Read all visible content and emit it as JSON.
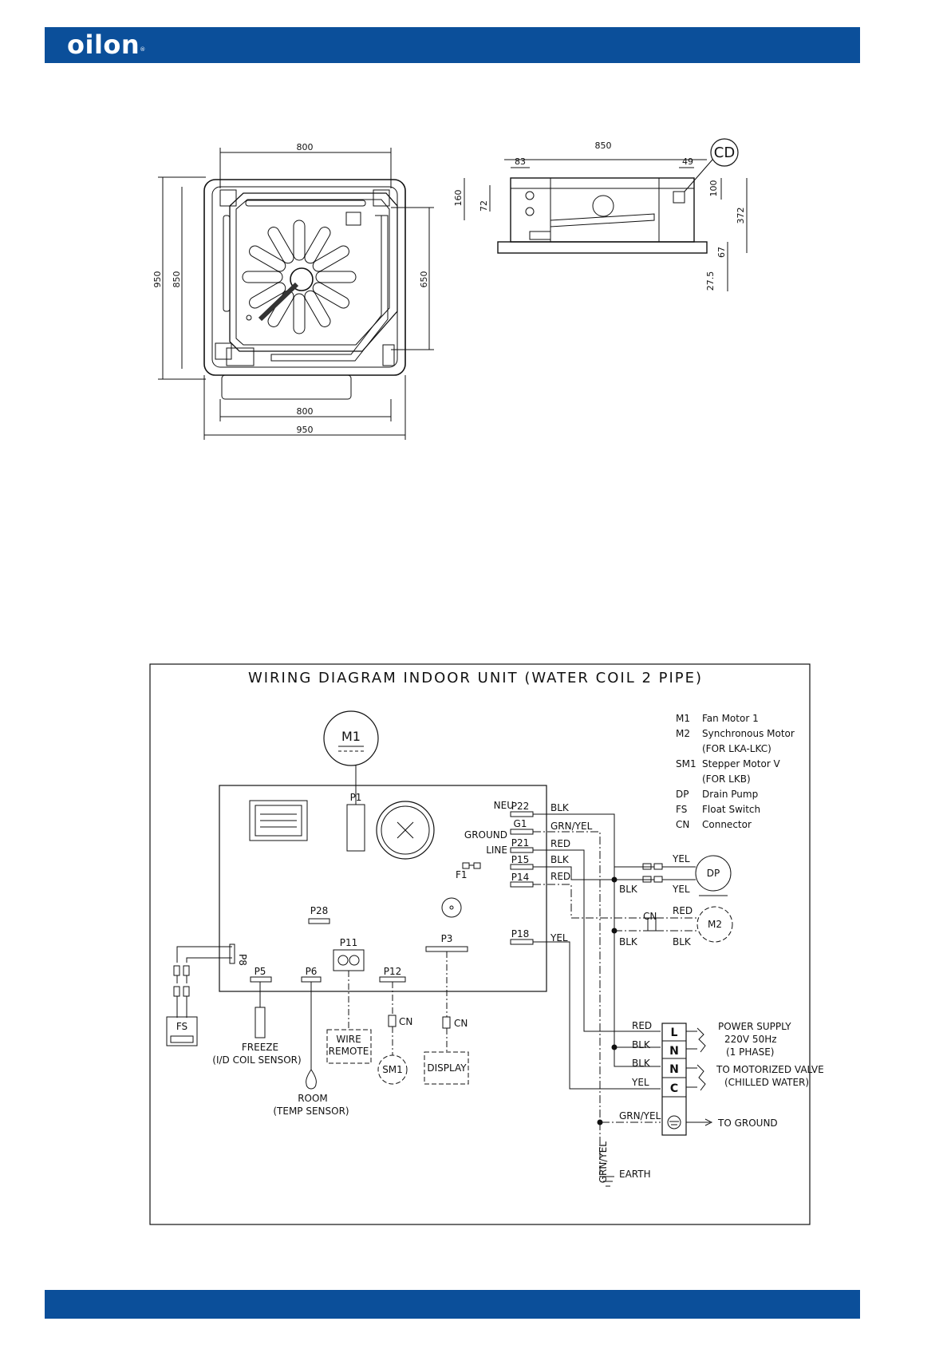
{
  "header": {
    "logo_text": "oilon",
    "logo_mark": "®",
    "bar_color": "#0b4f9a"
  },
  "drawing": {
    "top_view": {
      "dims": [
        "800",
        "950",
        "850",
        "650",
        "800",
        "950"
      ]
    },
    "side_view": {
      "dims": [
        "850",
        "83",
        "49",
        "160",
        "72",
        "100",
        "372",
        "67",
        "27.5"
      ],
      "callout": "CD"
    }
  },
  "wiring": {
    "title": "WIRING DIAGRAM INDOOR UNIT (WATER COIL 2 PIPE)",
    "legend": [
      {
        "code": "M1",
        "desc": "Fan Motor 1"
      },
      {
        "code": "M2",
        "desc": "Synchronous Motor"
      },
      {
        "code": "",
        "desc": "(FOR LKA-LKC)"
      },
      {
        "code": "SM1",
        "desc": "Stepper Motor V"
      },
      {
        "code": "",
        "desc": "(FOR LKB)"
      },
      {
        "code": "DP",
        "desc": "Drain Pump"
      },
      {
        "code": "FS",
        "desc": "Float Switch"
      },
      {
        "code": "CN",
        "desc": "Connector"
      }
    ],
    "components": {
      "m1": "M1",
      "p1": "P1",
      "neu": "NEU",
      "p22": "P22",
      "g1": "G1",
      "ground": "GROUND",
      "line": "LINE",
      "p21": "P21",
      "p15": "P15",
      "p14": "P14",
      "f1": "F1",
      "p28": "P28",
      "p11": "P11",
      "p3": "P3",
      "p18": "P18",
      "p8": "P8",
      "p5": "P5",
      "p6": "P6",
      "p12": "P12",
      "fs": "FS",
      "freeze": "FREEZE",
      "coil_sensor": "(I/D COIL SENSOR)",
      "room": "ROOM",
      "temp_sensor": "(TEMP SENSOR)",
      "wire": "WIRE",
      "remote": "REMOTE",
      "sm1": "SM1",
      "display": "DISPLAY",
      "cn_a": "CN",
      "cn_b": "CN",
      "cn_c": "CN",
      "dp": "DP",
      "m2": "M2"
    },
    "wires": {
      "blk_1": "BLK",
      "grn_yel_1": "GRN/YEL",
      "red_1": "RED",
      "blk_2": "BLK",
      "red_2": "RED",
      "yel_1": "YEL",
      "yel_dp_top": "YEL",
      "blk_dp": "BLK",
      "yel_dp_bot": "YEL",
      "red_m2": "RED",
      "blk_m2_a": "BLK",
      "blk_m2_b": "BLK",
      "red_t": "RED",
      "blk_t1": "BLK",
      "blk_t2": "BLK",
      "yel_t": "YEL",
      "grn_yel_t": "GRN/YEL",
      "grn_yel_v": "GRN/YEL",
      "earth": "EARTH"
    },
    "terminals": [
      "L",
      "N",
      "N",
      "C"
    ],
    "power_supply": [
      "POWER SUPPLY",
      "220V 50Hz",
      "(1 PHASE)"
    ],
    "valve": [
      "TO MOTORIZED VALVE",
      "(CHILLED WATER)"
    ],
    "to_ground": "TO GROUND"
  }
}
